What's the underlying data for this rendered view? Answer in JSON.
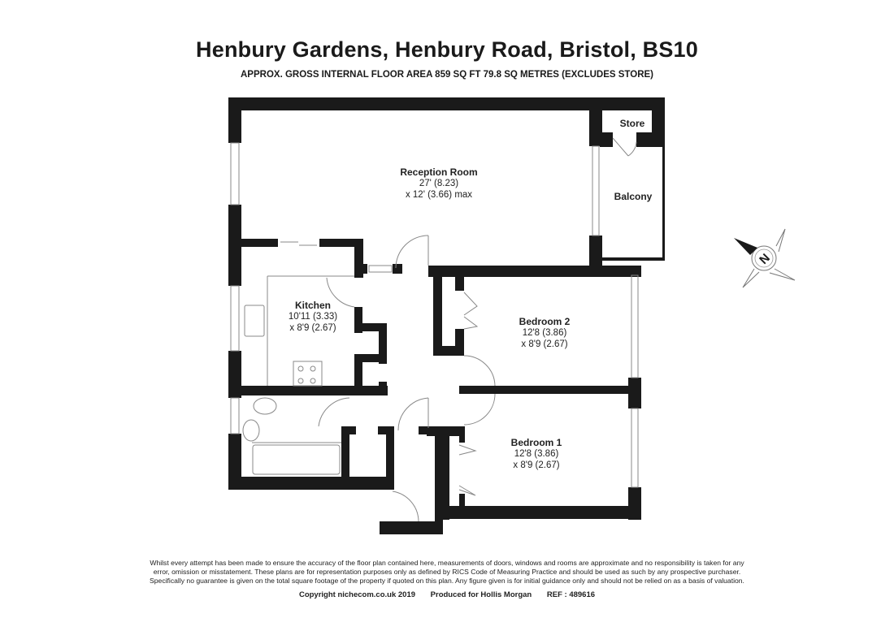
{
  "header": {
    "title": "Henbury Gardens, Henbury Road, Bristol, BS10",
    "subtitle": "APPROX. GROSS INTERNAL FLOOR AREA 859 SQ FT 79.8 SQ METRES (EXCLUDES STORE)"
  },
  "rooms": {
    "reception": {
      "name": "Reception Room",
      "dim1": "27' (8.23)",
      "dim2": "x 12' (3.66) max"
    },
    "store": {
      "name": "Store"
    },
    "balcony": {
      "name": "Balcony"
    },
    "kitchen": {
      "name": "Kitchen",
      "dim1": "10'11 (3.33)",
      "dim2": "x 8'9 (2.67)"
    },
    "bedroom2": {
      "name": "Bedroom 2",
      "dim1": "12'8 (3.86)",
      "dim2": "x 8'9 (2.67)"
    },
    "bedroom1": {
      "name": "Bedroom 1",
      "dim1": "12'8 (3.86)",
      "dim2": "x 8'9 (2.67)"
    }
  },
  "compass": {
    "icon": "north-compass-icon",
    "letter": "N"
  },
  "footer": {
    "disclaimer_line1": "Whilst every attempt has been made to ensure the accuracy of the floor plan contained here, measurements of doors, windows and rooms are approximate and no responsibility is taken for any",
    "disclaimer_line2": "error, omission or misstatement. These plans are for representation purposes only as defined by RICS Code of Measuring Practice and should be used as such by any prospective purchaser.",
    "disclaimer_line3": "Specifically no guarantee is given on the total square footage of the property if quoted on this plan. Any figure given is for initial guidance only and should not be relied on as a basis of valuation.",
    "copyright": "Copyright nichecom.co.uk 2019",
    "produced_for": "Produced for Hollis Morgan",
    "ref": "REF : 489616"
  },
  "colors": {
    "wall": "#1a1a1a",
    "line": "#888888",
    "background": "#ffffff"
  }
}
